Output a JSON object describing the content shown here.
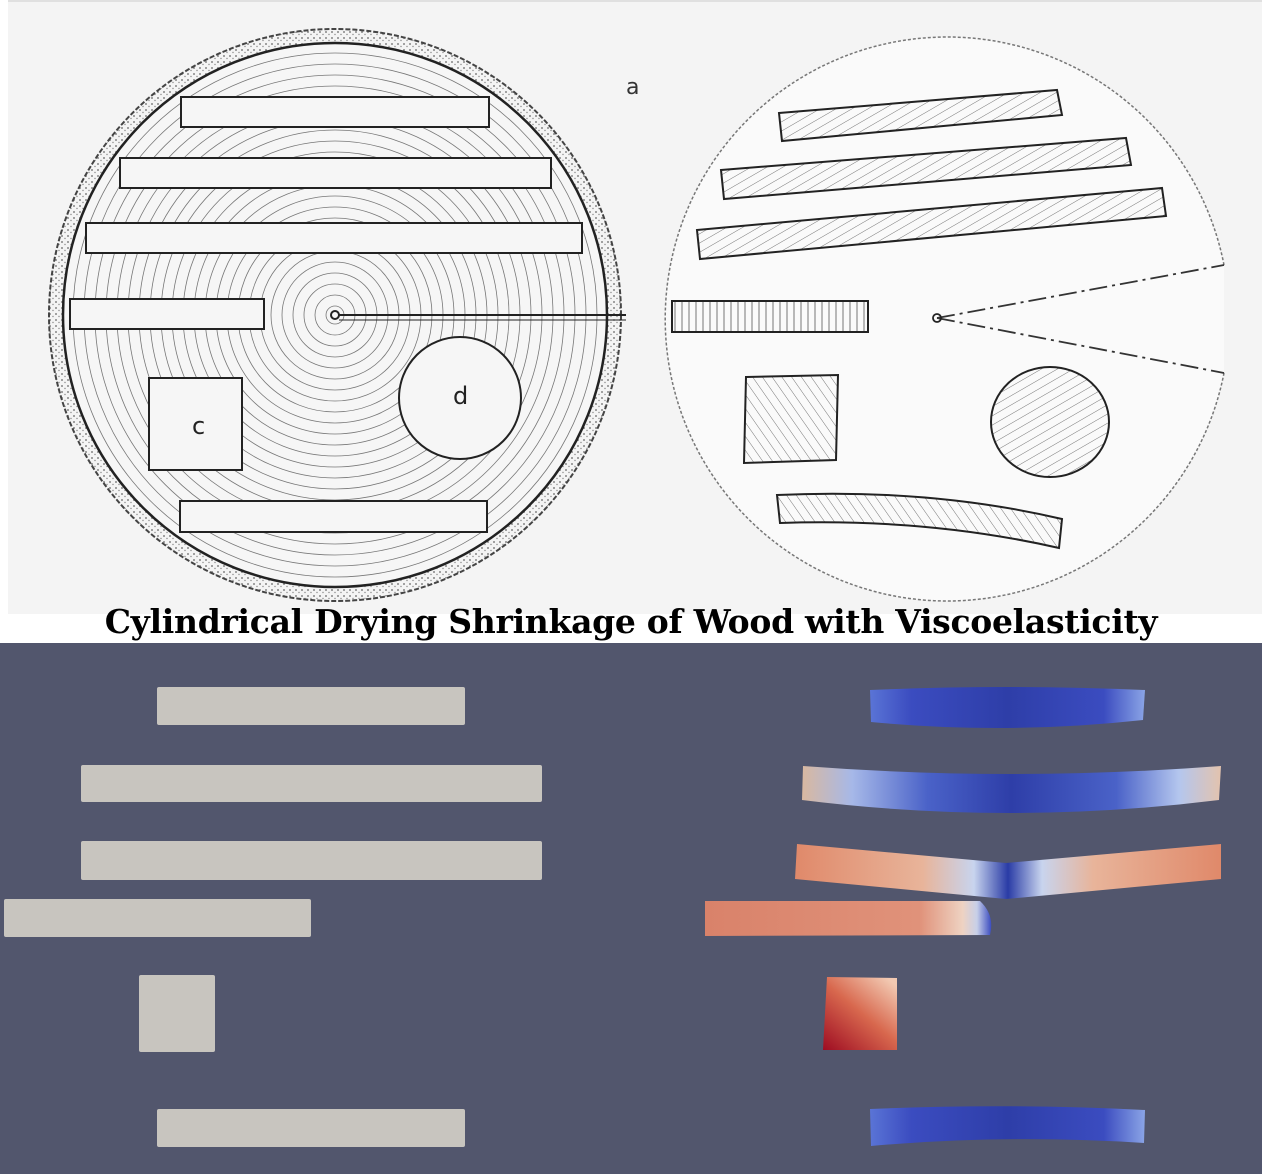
{
  "caption": "Cylindrical Drying Shrinkage of Wood with Viscoelasticity",
  "sketch_labels": {
    "figure_label": "a",
    "square_label": "c",
    "circle_label": "d"
  },
  "colors": {
    "paper": "#f4f4f4",
    "ink": "#333333",
    "viewport_background": "#52566d",
    "undeformed_piece": "#c8c5bf",
    "compression_blue": "#3b4cc0",
    "neutral_white": "#dddddd",
    "tension_red": "#b40426"
  }
}
